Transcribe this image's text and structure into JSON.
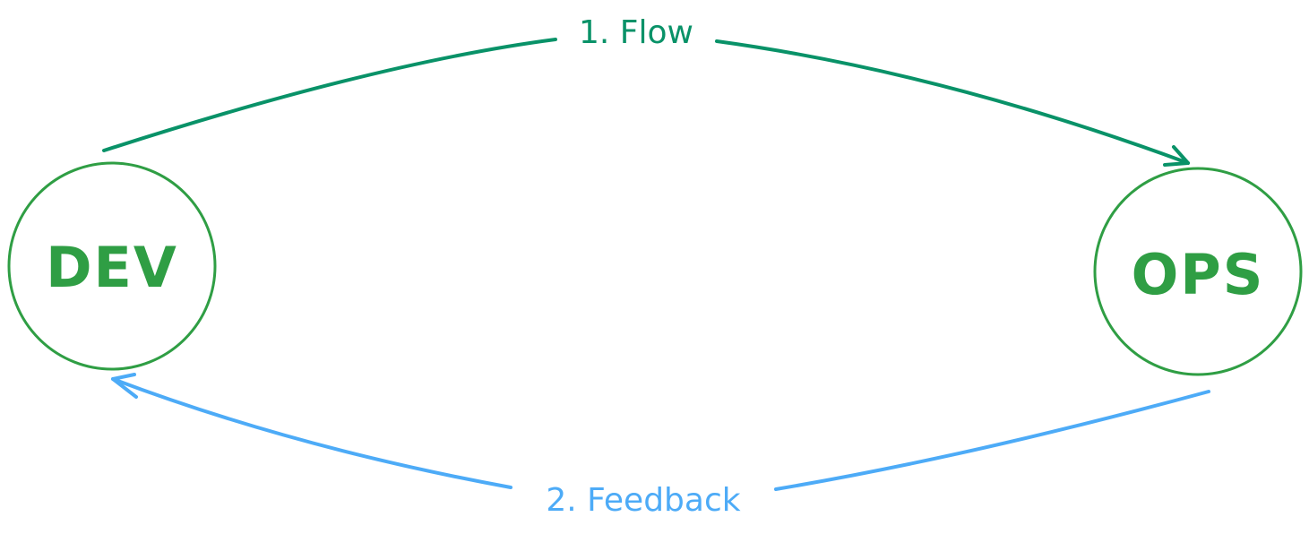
{
  "nodes": {
    "dev": {
      "label": "DEV"
    },
    "ops": {
      "label": "OPS"
    }
  },
  "edges": {
    "flow": {
      "label": "1. Flow",
      "from": "DEV",
      "to": "OPS"
    },
    "feedback": {
      "label": "2. Feedback",
      "from": "OPS",
      "to": "DEV"
    }
  },
  "colors": {
    "node_stroke": "#2f9e44",
    "flow": "#099268",
    "feedback": "#4dabf7",
    "background": "#ffffff"
  }
}
